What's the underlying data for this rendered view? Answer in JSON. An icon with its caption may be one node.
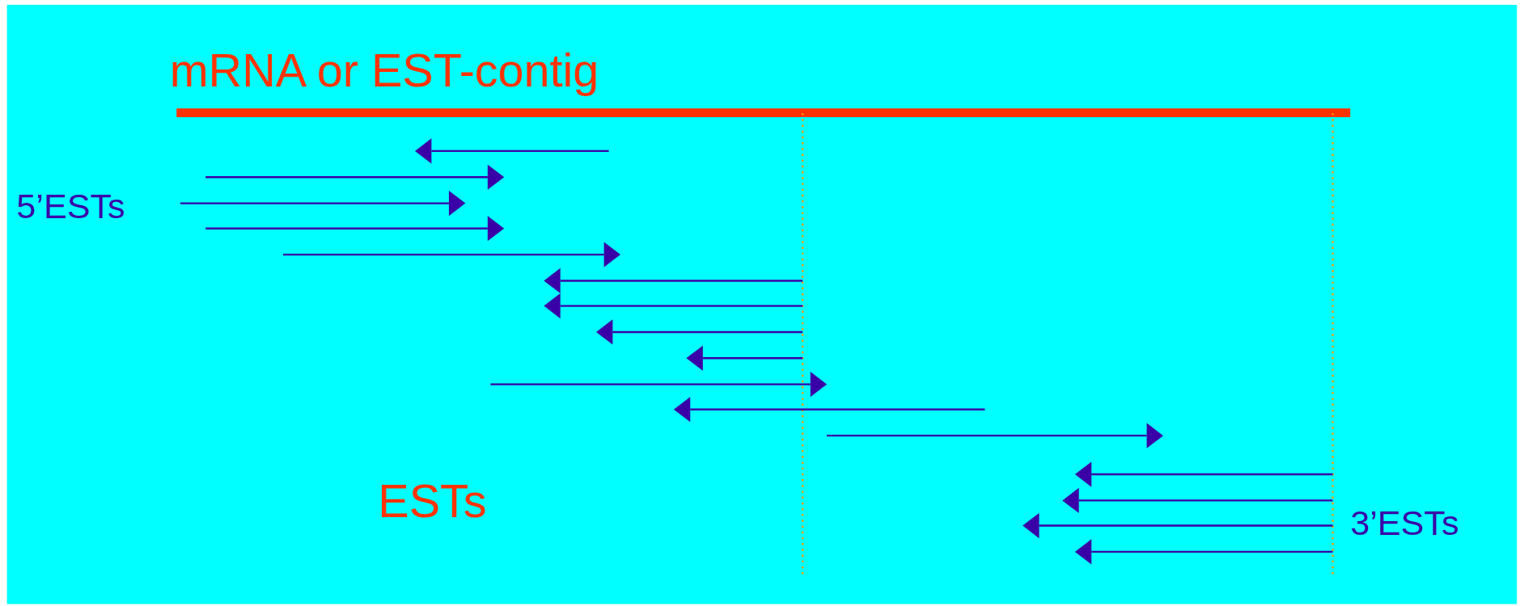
{
  "diagram": {
    "labels": [
      "mRNA or EST-contig",
      "5’ESTs",
      "ESTs",
      "3’ESTs"
    ]
  }
}
